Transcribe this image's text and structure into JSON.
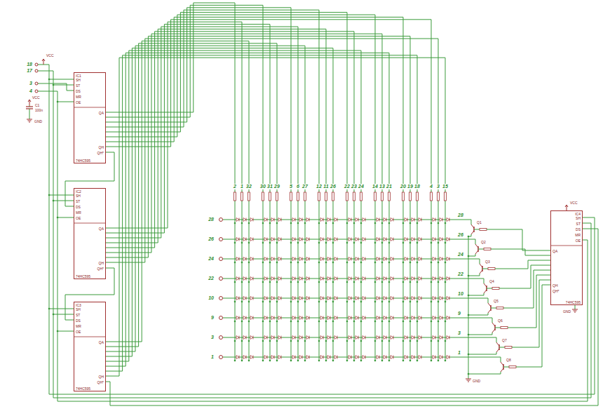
{
  "diagram": {
    "nodes": [
      {
        "text": [
          "IC1",
          "SH",
          "ST",
          "DS",
          "MR",
          "OE",
          "QA",
          "QH",
          "QH*",
          "74HC595"
        ]
      },
      {
        "text": [
          "IC2",
          "SH",
          "ST",
          "DS",
          "MR",
          "OE",
          "QA",
          "QH",
          "QH*",
          "74HC595"
        ]
      },
      {
        "text": [
          "IC3",
          "SH",
          "ST",
          "DS",
          "MR",
          "OE",
          "QA",
          "QH",
          "QH*",
          "74HC595"
        ]
      },
      {
        "text": [
          "IC4",
          "SH",
          "ST",
          "DS",
          "MR",
          "OE",
          "QA",
          "QH",
          "QH*",
          "74HC595"
        ]
      }
    ],
    "edges": [
      {
        "from": 0,
        "to": 1,
        "arrow": "none"
      },
      {
        "from": 1,
        "to": 2,
        "arrow": "none"
      },
      {
        "from": 2,
        "to": 3,
        "arrow": "none"
      }
    ],
    "labels": [
      "2",
      "1",
      "32",
      "30",
      "31",
      "29",
      "5",
      "6",
      "27",
      "12",
      "11",
      "26",
      "22",
      "23",
      "24",
      "14",
      "13",
      "21",
      "20",
      "19",
      "18",
      "4",
      "3",
      "15",
      "28",
      "26",
      "24",
      "22",
      "10",
      "9",
      "3",
      "1",
      "28",
      "26",
      "24",
      "22",
      "10",
      "9",
      "3",
      "1",
      "18",
      "17",
      "3",
      "4",
      "VCC",
      "VCC",
      "VCC",
      "GND",
      "GND",
      "GND",
      "C1",
      "100n",
      "Q1",
      "Q2",
      "Q3",
      "Q4",
      "Q5",
      "Q6",
      "Q7",
      "Q8"
    ]
  }
}
